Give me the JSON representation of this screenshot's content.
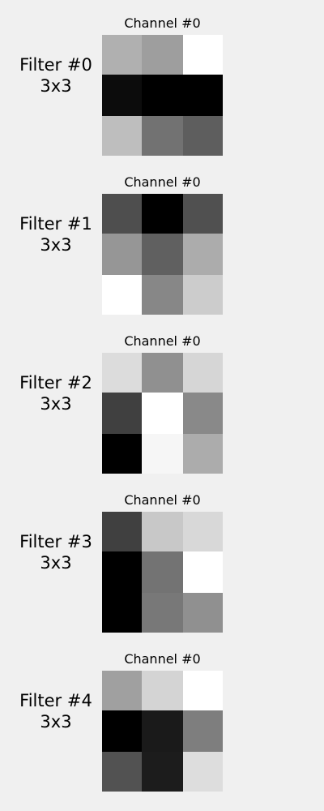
{
  "filters": [
    {
      "name": "Filter #0",
      "size": "3x3",
      "channel": "Channel #0",
      "colors": [
        "#b0b0b0",
        "#9e9e9e",
        "#ffffff",
        "#0c0c0c",
        "#000000",
        "#000000",
        "#bebebe",
        "#727272",
        "#5e5e5e"
      ]
    },
    {
      "name": "Filter #1",
      "size": "3x3",
      "channel": "Channel #0",
      "colors": [
        "#4e4e4e",
        "#000000",
        "#505050",
        "#969696",
        "#606060",
        "#acacac",
        "#ffffff",
        "#878787",
        "#cccccc"
      ]
    },
    {
      "name": "Filter #2",
      "size": "3x3",
      "channel": "Channel #0",
      "colors": [
        "#dcdcdc",
        "#909090",
        "#d6d6d6",
        "#404040",
        "#ffffff",
        "#898989",
        "#000000",
        "#f6f6f6",
        "#acacac"
      ]
    },
    {
      "name": "Filter #3",
      "size": "3x3",
      "channel": "Channel #0",
      "colors": [
        "#404040",
        "#c8c8c8",
        "#d8d8d8",
        "#000000",
        "#737373",
        "#ffffff",
        "#000000",
        "#787878",
        "#909090"
      ]
    },
    {
      "name": "Filter #4",
      "size": "3x3",
      "channel": "Channel #0",
      "colors": [
        "#a0a0a0",
        "#d4d4d4",
        "#ffffff",
        "#000000",
        "#1a1a1a",
        "#7e7e7e",
        "#525252",
        "#1c1c1c",
        "#dddddd"
      ]
    }
  ]
}
